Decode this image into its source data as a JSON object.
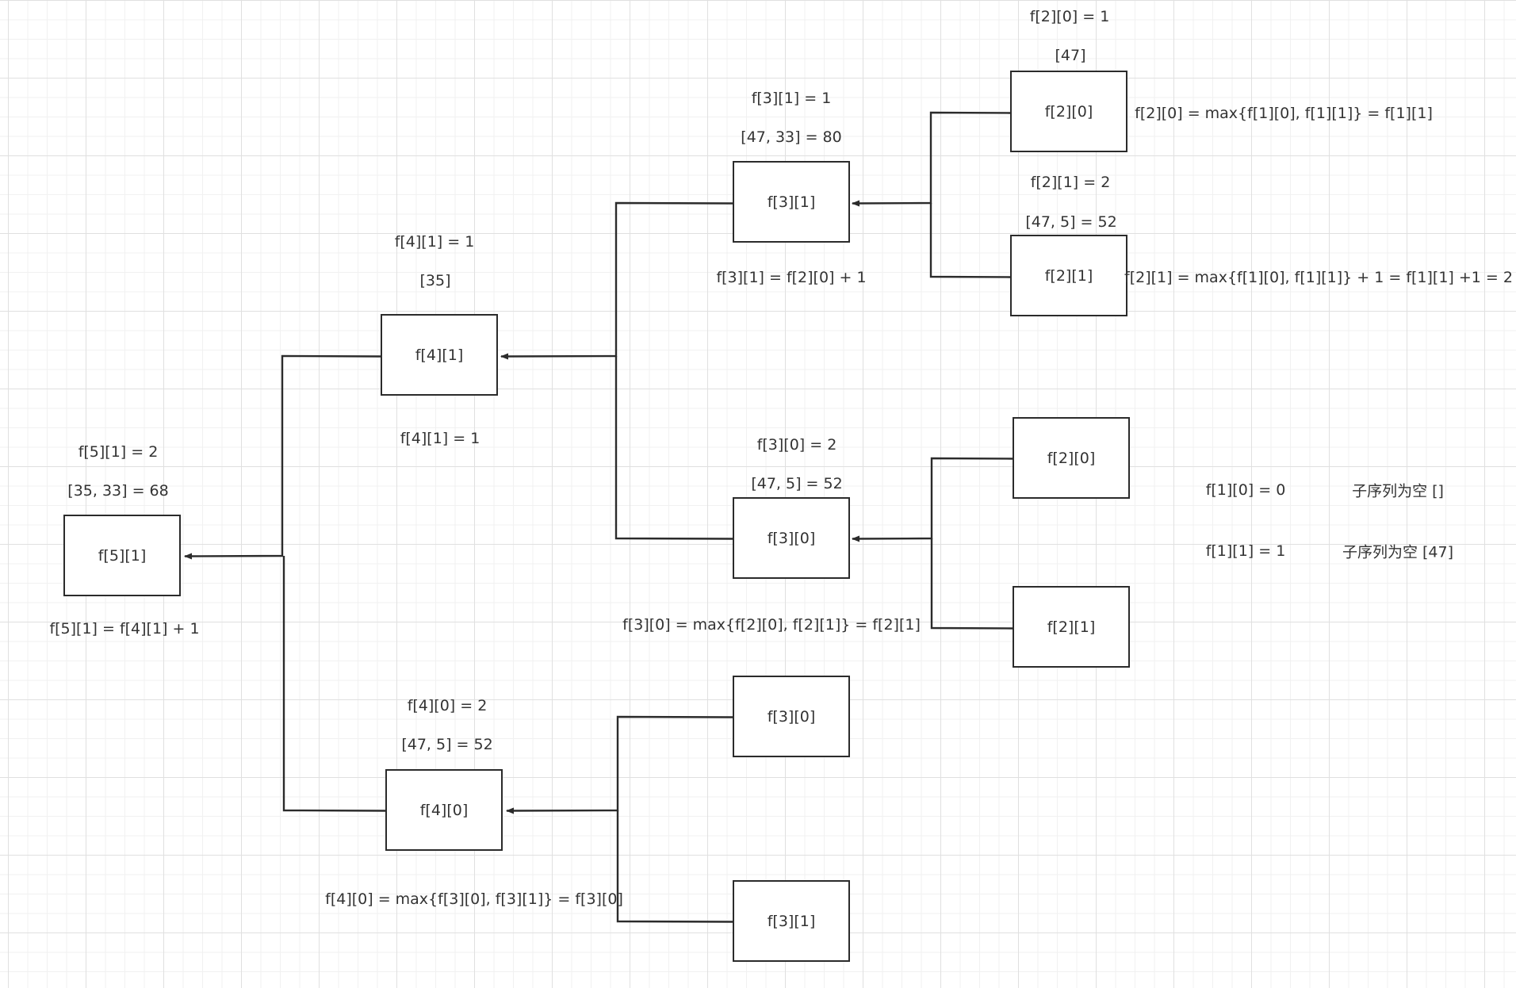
{
  "nodes": {
    "f51": {
      "label": "f[5][1]",
      "state": "f[5][1] = 2",
      "subseq": "[35, 33] = 68",
      "formula": "f[5][1] = f[4][1] + 1"
    },
    "f41": {
      "label": "f[4][1]",
      "state": "f[4][1] = 1",
      "subseq": "[35]",
      "formula": "f[4][1] = 1"
    },
    "f40": {
      "label": "f[4][0]",
      "state": "f[4][0] = 2",
      "subseq": "[47, 5] = 52",
      "formula": "f[4][0] = max{f[3][0], f[3][1]} = f[3][0]"
    },
    "f31a": {
      "label": "f[3][1]",
      "state": "f[3][1] = 1",
      "subseq": "[47, 33] = 80",
      "formula": "f[3][1] = f[2][0] + 1"
    },
    "f30a": {
      "label": "f[3][0]",
      "state": "f[3][0] = 2",
      "subseq": "[47, 5] = 52",
      "formula": "f[3][0] = max{f[2][0], f[2][1]} = f[2][1]"
    },
    "f30b": {
      "label": "f[3][0]"
    },
    "f31b": {
      "label": "f[3][1]"
    },
    "f20a": {
      "label": "f[2][0]",
      "state": "f[2][0] = 1",
      "subseq": "[47]",
      "formula": "f[2][0] = max{f[1][0], f[1][1]} = f[1][1]"
    },
    "f21a": {
      "label": "f[2][1]",
      "state": "f[2][1] = 2",
      "subseq": "[47, 5] = 52",
      "formula": "f[2][1] = max{f[1][0], f[1][1]} + 1 = f[1][1] +1 = 2"
    },
    "f20b": {
      "label": "f[2][0]"
    },
    "f21b": {
      "label": "f[2][1]"
    }
  },
  "base_cases": [
    {
      "value": "f[1][0] = 0",
      "note": "子序列为空 []"
    },
    {
      "value": "f[1][1] = 1",
      "note": "子序列为空 [47]"
    }
  ],
  "colors": {
    "line": "#2b2b2b",
    "box_border": "#2b2b2b",
    "text": "#333333",
    "grid_major": "#e0e0e0",
    "grid_minor": "#f1f1f1"
  }
}
